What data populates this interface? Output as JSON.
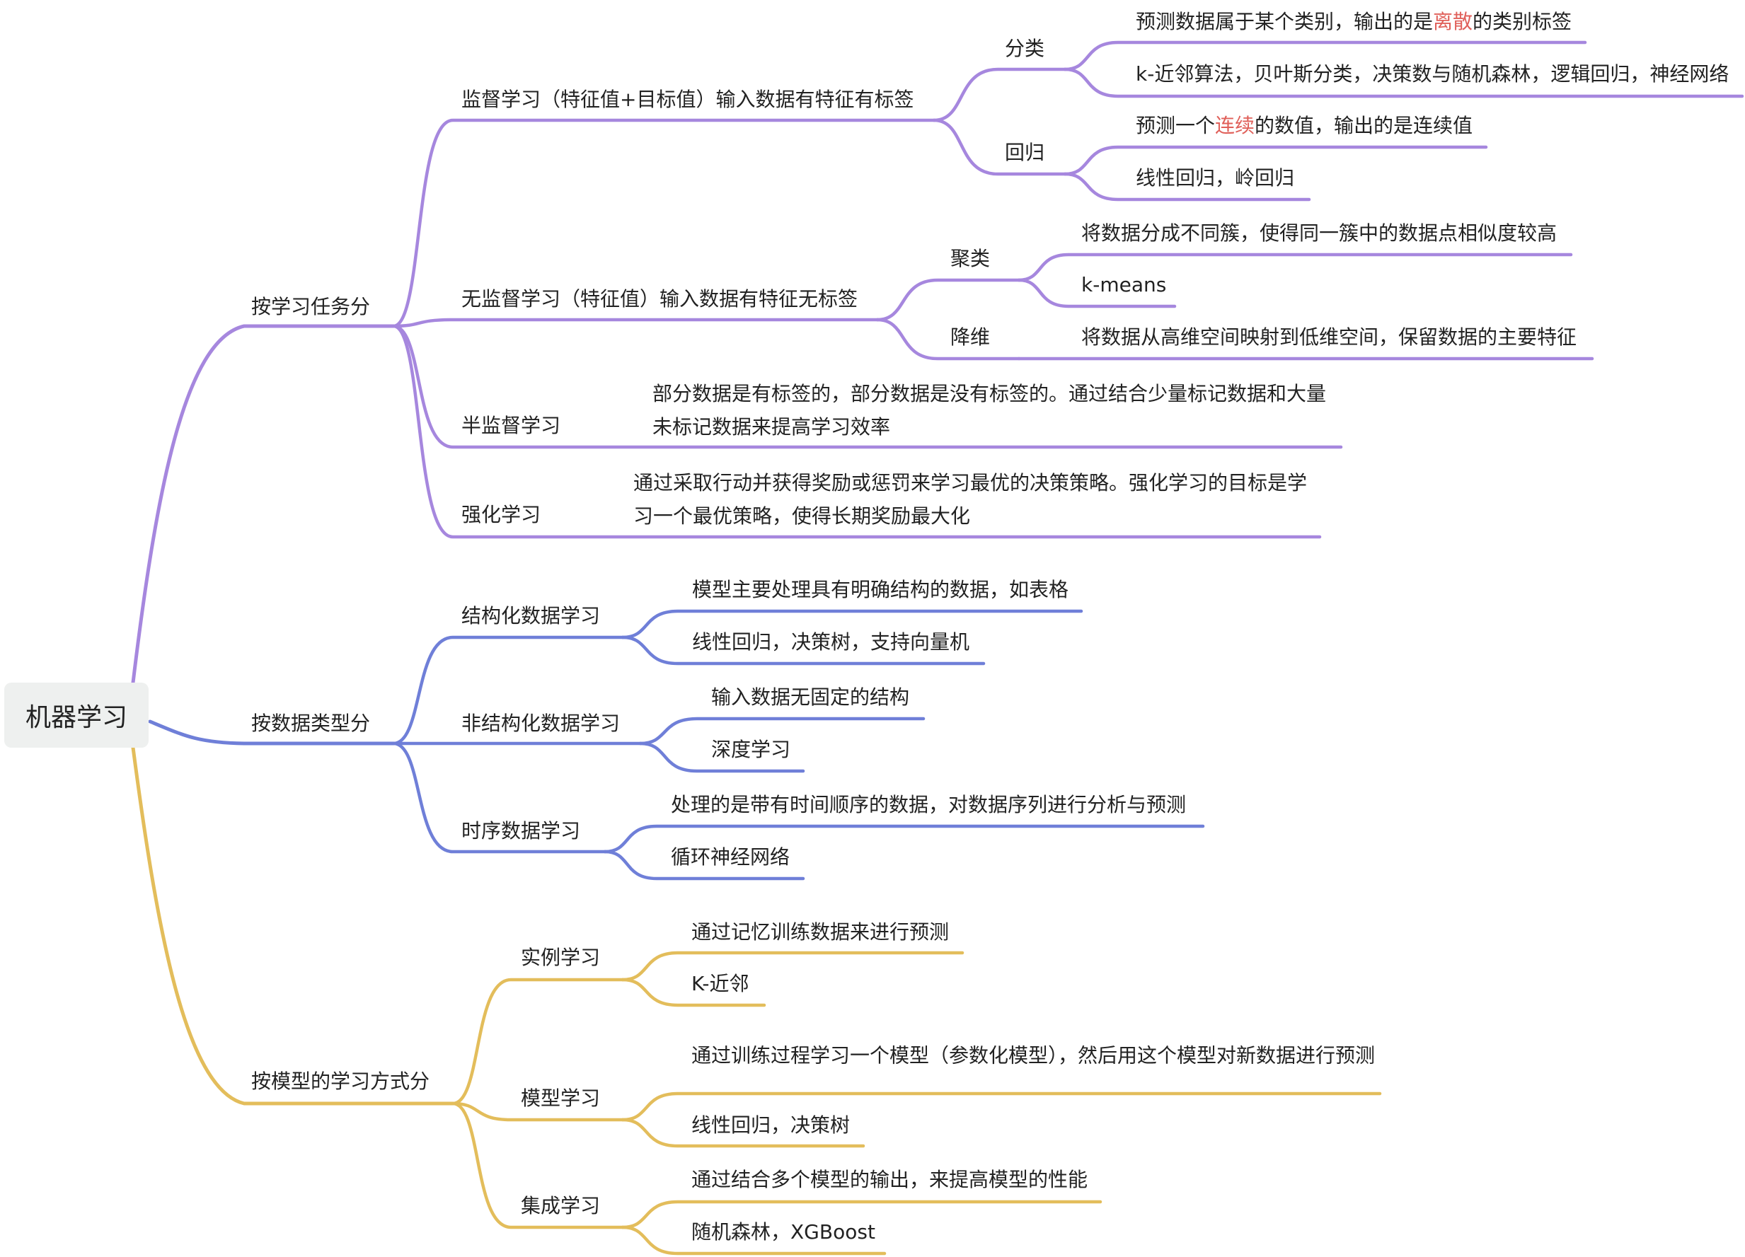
{
  "root": {
    "label": "机器学习"
  },
  "colors": {
    "task": "#a687de",
    "data": "#6f7fd8",
    "model": "#e3bd5b",
    "highlight": "#e0605a"
  },
  "task": {
    "label": "按学习任务分",
    "supervised": {
      "label": "监督学习（特征值+目标值）输入数据有特征有标签",
      "classification": {
        "label": "分类",
        "desc": {
          "pre": "预测数据属于某个类别，输出的是",
          "hl": "离散",
          "post": "的类别标签"
        },
        "algos": "k-近邻算法，贝叶斯分类，决策数与随机森林，逻辑回归，神经网络"
      },
      "regression": {
        "label": "回归",
        "desc": {
          "pre": "预测一个",
          "hl": "连续",
          "post": "的数值，输出的是连续值"
        },
        "algos": "线性回归，岭回归"
      }
    },
    "unsupervised": {
      "label": "无监督学习（特征值）输入数据有特征无标签",
      "clustering": {
        "label": "聚类",
        "desc": "将数据分成不同簇，使得同一簇中的数据点相似度较高",
        "algos": "k-means"
      },
      "reduction": {
        "label": "降维",
        "desc": "将数据从高维空间映射到低维空间，保留数据的主要特征"
      }
    },
    "semi": {
      "label": "半监督学习",
      "desc": "部分数据是有标签的，部分数据是没有标签的。通过结合少量标记数据和大量未标记数据来提高学习效率"
    },
    "reinforcement": {
      "label": "强化学习",
      "desc": "通过采取行动并获得奖励或惩罚来学习最优的决策策略。强化学习的目标是学习一个最优策略，使得长期奖励最大化"
    }
  },
  "datatype": {
    "label": "按数据类型分",
    "structured": {
      "label": "结构化数据学习",
      "desc": "模型主要处理具有明确结构的数据，如表格",
      "examples": "线性回归，决策树，支持向量机"
    },
    "unstructured": {
      "label": "非结构化数据学习",
      "desc": "输入数据无固定的结构",
      "examples": "深度学习"
    },
    "timeseries": {
      "label": "时序数据学习",
      "desc": "处理的是带有时间顺序的数据，对数据序列进行分析与预测",
      "examples": "循环神经网络"
    }
  },
  "modelway": {
    "label": "按模型的学习方式分",
    "instance": {
      "label": "实例学习",
      "desc": "通过记忆训练数据来进行预测",
      "examples": "K-近邻"
    },
    "model": {
      "label": "模型学习",
      "desc": "通过训练过程学习一个模型（参数化模型），然后用这个模型对新数据进行预测",
      "examples": "线性回归，决策树"
    },
    "ensemble": {
      "label": "集成学习",
      "desc": "通过结合多个模型的输出，来提高模型的性能",
      "examples": "随机森林，XGBoost"
    }
  }
}
